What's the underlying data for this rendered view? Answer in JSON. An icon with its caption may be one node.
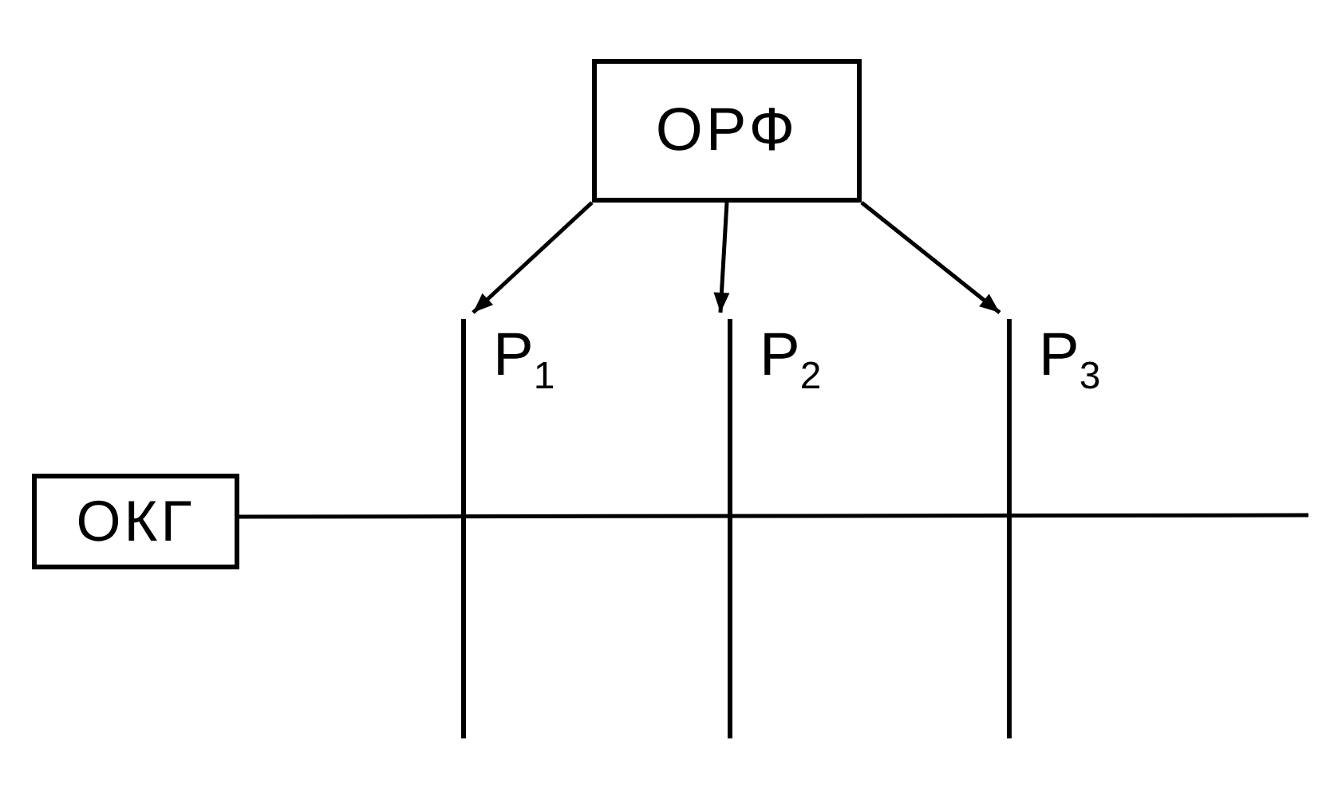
{
  "diagram": {
    "nodes": [
      {
        "text": [
          "ОРФ"
        ]
      },
      {
        "text": [
          "ОКГ"
        ]
      },
      {
        "text": [],
        "shape": "bar",
        "beside": [
          "Р$_{1}$"
        ]
      },
      {
        "text": [],
        "shape": "bar",
        "beside": [
          "Р$_{2}$"
        ]
      },
      {
        "text": [],
        "shape": "bar",
        "beside": [
          "Р$_{3}$"
        ]
      }
    ],
    "edges": [
      {
        "from": 0,
        "to": 2,
        "arrow": "to"
      },
      {
        "from": 0,
        "to": 3,
        "arrow": "to"
      },
      {
        "from": 0,
        "to": 4,
        "arrow": "to"
      },
      {
        "from": 1,
        "to": null,
        "arrow": "none"
      }
    ]
  }
}
